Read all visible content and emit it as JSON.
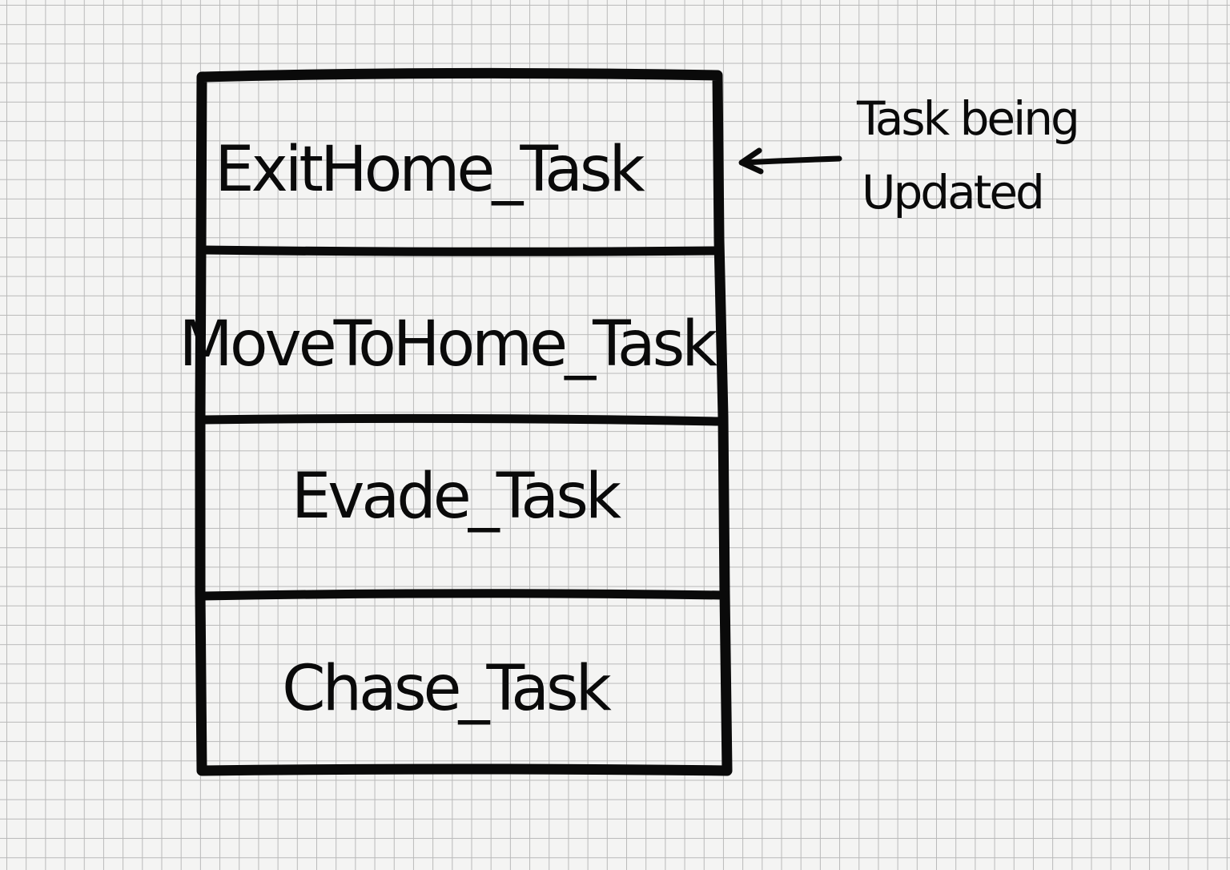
{
  "stack": {
    "tasks": [
      {
        "label": "ExitHome_Task"
      },
      {
        "label": "MoveToHome_Task"
      },
      {
        "label": "Evade_Task"
      },
      {
        "label": "Chase_Task"
      }
    ]
  },
  "annotation": {
    "line1": "Task being",
    "line2": "Updated",
    "points_to": "ExitHome_Task"
  },
  "colors": {
    "ink": "#0a0a0a",
    "paper": "#f4f4f3",
    "grid": "#b9b9b9"
  }
}
